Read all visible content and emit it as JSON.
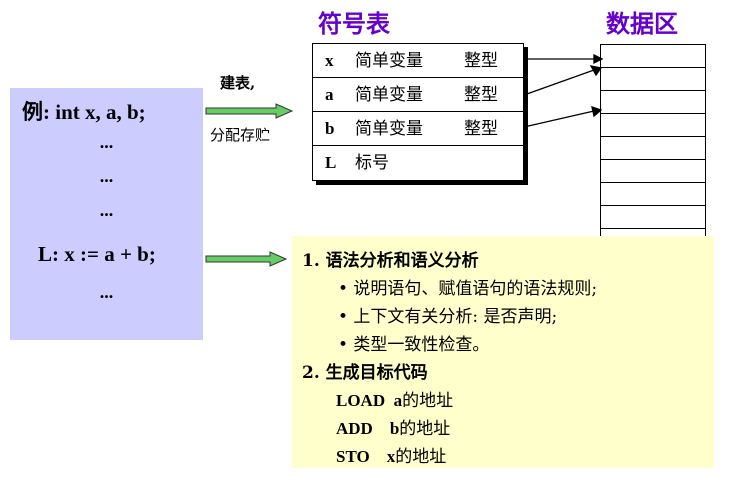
{
  "titles": {
    "symbol_table": "符号表",
    "data_area": "数据区"
  },
  "code": {
    "decl": "例:  int  x, a, b;",
    "dots": [
      "...",
      "...",
      "..."
    ],
    "stmt": "L:  x := a + b;",
    "tail_dots": "..."
  },
  "arrow_label": {
    "line1": "建表,",
    "line2": "分配存贮"
  },
  "symbol_table": {
    "rows": [
      {
        "name": "x",
        "kind": "简单变量",
        "type": "整型"
      },
      {
        "name": "a",
        "kind": "简单变量",
        "type": "整型"
      },
      {
        "name": "b",
        "kind": "简单变量",
        "type": "整型"
      },
      {
        "name": "L",
        "kind": "标号",
        "type": ""
      }
    ]
  },
  "analysis": {
    "item1": "1. 语法分析和语义分析",
    "bullets": [
      "• 说明语句、赋值语句的语法规则;",
      "• 上下文有关分析: 是否声明;",
      "• 类型一致性检查。"
    ],
    "item2": "2. 生成目标代码",
    "code_lines": [
      {
        "op": "LOAD  a",
        "rest": "的地址"
      },
      {
        "op": "ADD    b",
        "rest": "的地址"
      },
      {
        "op": "STO    x",
        "rest": "的地址"
      }
    ]
  },
  "colors": {
    "code_bg": "#ccccff",
    "analysis_bg": "#ffffcc",
    "title": "#6600cc",
    "arrow_fill": "#66cc66"
  }
}
